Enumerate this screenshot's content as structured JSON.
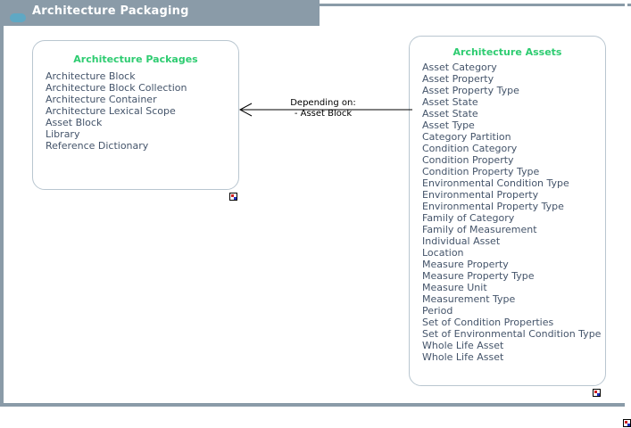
{
  "window": {
    "title": "Architecture Packaging",
    "icon": "package-icon",
    "titlebar_color": "#8a9ba8",
    "frame_color": "#8a9ba8"
  },
  "theme": {
    "package_title_color": "#2ecc71",
    "list_text_color": "#44546a",
    "box_border_color": "#b9c6d0",
    "connector_color": "#000000"
  },
  "diagram": {
    "packages": [
      {
        "name": "box-packages",
        "title": "Architecture Packages",
        "items": [
          "Architecture Block",
          "Architecture Block Collection",
          "Architecture Container",
          "Architecture Lexical Scope",
          "Asset Block",
          "Library",
          "Reference Dictionary"
        ]
      },
      {
        "name": "box-assets",
        "title": "Architecture Assets",
        "items": [
          "Asset Category",
          "Asset Property",
          "Asset Property Type",
          "Asset State",
          "Asset State",
          "Asset Type",
          "Category Partition",
          "Condition Category",
          "Condition Property",
          "Condition Property Type",
          "Environmental Condition Type",
          "Environmental Property",
          "Environmental Property Type",
          "Family of Category",
          "Family of Measurement",
          "Individual Asset",
          "Location",
          "Measure Property",
          "Measure Property Type",
          "Measure Unit",
          "Measurement Type",
          "Period",
          "Set of Condition Properties",
          "Set of Environmental Condition Type",
          "Whole Life Asset",
          "Whole Life Asset"
        ]
      }
    ],
    "connector": {
      "name": "dependency-arrow",
      "direction": "right-to-left",
      "label_line1": "Depending on:",
      "label_line2": "- Asset Block"
    },
    "handles": [
      {
        "name": "resize-handle-packages"
      },
      {
        "name": "resize-handle-assets"
      },
      {
        "name": "resize-handle-diagram"
      }
    ]
  }
}
